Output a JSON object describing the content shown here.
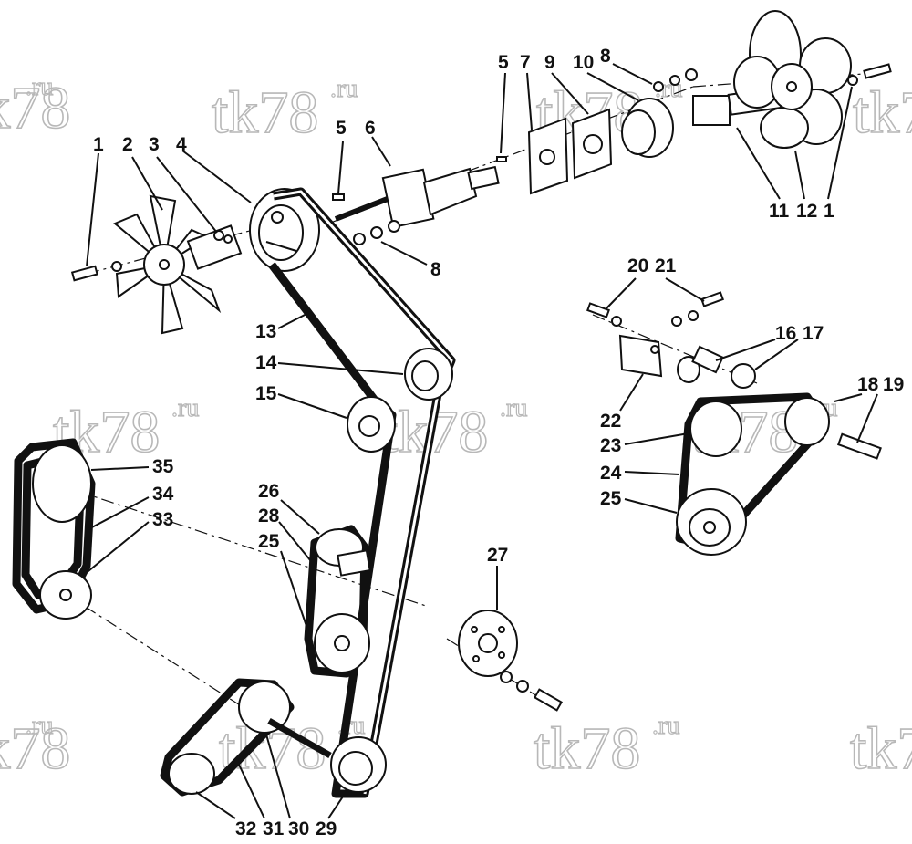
{
  "watermark": {
    "text": "tk78",
    "suffix": ".ru"
  },
  "callouts": {
    "c1a": "1",
    "c2": "2",
    "c3": "3",
    "c4": "4",
    "c5a": "5",
    "c6": "6",
    "c8a": "8",
    "c5b": "5",
    "c7": "7",
    "c9": "9",
    "c10": "10",
    "c8b": "8",
    "c11": "11",
    "c12": "12",
    "c1b": "1",
    "c13": "13",
    "c14": "14",
    "c15": "15",
    "c20": "20",
    "c21": "21",
    "c16": "16",
    "c17": "17",
    "c22": "22",
    "c18": "18",
    "c19": "19",
    "c23": "23",
    "c24": "24",
    "c25a": "25",
    "c35": "35",
    "c34": "34",
    "c33": "33",
    "c26": "26",
    "c28": "28",
    "c25b": "25",
    "c27": "27",
    "c32": "32",
    "c31": "31",
    "c30": "30",
    "c29": "29"
  }
}
